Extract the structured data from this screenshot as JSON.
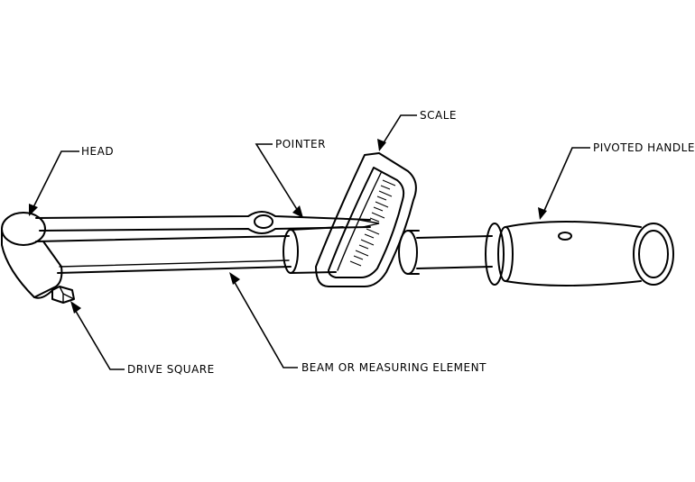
{
  "labels": {
    "head": "HEAD",
    "pointer": "POINTER",
    "scale": "SCALE",
    "pivoted_handle": "PIVOTED HANDLE",
    "drive_square": "DRIVE SQUARE",
    "beam": "BEAM OR MEASURING ELEMENT"
  }
}
